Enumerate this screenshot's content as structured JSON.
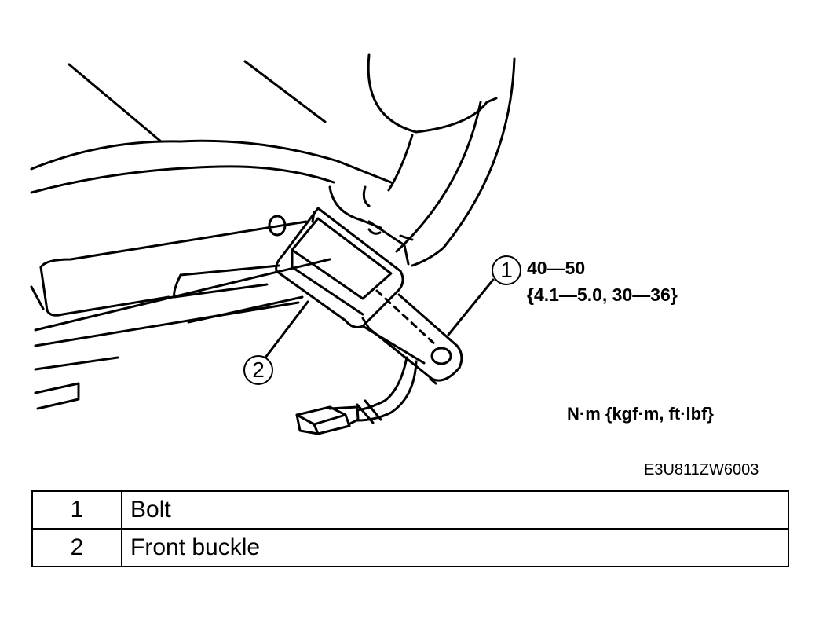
{
  "callouts": [
    {
      "number": "1"
    },
    {
      "number": "2"
    }
  ],
  "torque": {
    "nm": "40—50",
    "kgfm_ftlbf": "{4.1—5.0, 30—36}"
  },
  "units_label": "N·m {kgf·m, ft·lbf}",
  "figure_code": "E3U811ZW6003",
  "legend": [
    {
      "number": "1",
      "description": "Bolt"
    },
    {
      "number": "2",
      "description": "Front buckle"
    }
  ]
}
